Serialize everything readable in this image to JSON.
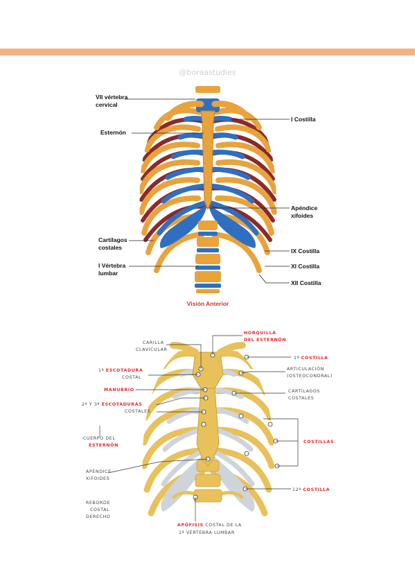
{
  "watermark": "@boraastudies",
  "colors": {
    "band": "#f4b183",
    "bone": "#e8a33c",
    "cartilage": "#2f6fc2",
    "muscle": "#8b2a2a",
    "bone2": "#e8c15a",
    "cart2": "#cfd4da",
    "red_label": "#e8262b"
  },
  "diagram1": {
    "caption": "Visión Anterior",
    "labels": {
      "vii_vertebra_1": "VII vértebra",
      "vii_vertebra_2": "cervical",
      "esternon": "Esternón",
      "cartilagos_1": "Cartílagos",
      "cartilagos_2": "costales",
      "vertebra_lumbar_1": "I Vértebra",
      "vertebra_lumbar_2": "lumbar",
      "i_costilla": "I Costilla",
      "apendice_1": "Apéndice",
      "apendice_2": "xifoides",
      "ix_costilla": "IX Costilla",
      "xi_costilla": "XI Costilla",
      "xii_costilla": "XII Costilla"
    }
  },
  "diagram2": {
    "labels": {
      "horquilla_1": "HORQUILLA",
      "horquilla_2": "DEL ESTERNÓN",
      "carilla_1": "CARILLA",
      "carilla_2": "CLAVICULAR",
      "primera_costilla_num": "1ª",
      "primera_costilla": "COSTILLA",
      "escotadura_num": "1ª",
      "escotadura": "ESCOTADURA",
      "costal": "COSTAL",
      "articulacion_1": "ARTICULACIÓN",
      "articulacion_2": "(OSTEOCONDRAL)",
      "manubrio": "MANUBRIO",
      "escotaduras_num": "2ª Y 3ª",
      "escotaduras": "ESCOTADURAS",
      "costales": "COSTALES",
      "cartilagos_1": "CARTÍLAGOS",
      "cartilagos_2": "COSTALES",
      "cuerpo_1": "CUERPO DEL",
      "cuerpo_2": "ESTERNÓN",
      "costillas": "COSTILLAS",
      "apendice_1": "APÉNDICE",
      "apendice_2": "XIFOIDES",
      "reborde_1": "REBORDE",
      "reborde_2": "COSTAL",
      "reborde_3": "DERECHO",
      "duodecima_num": "12ª",
      "duodecima": "COSTILLA",
      "apofisis_red": "APÓFISIS",
      "apofisis_rest": "COSTAL DE LA",
      "apofisis_2": "1ª VÉRTEBRA LUMBAR"
    }
  }
}
